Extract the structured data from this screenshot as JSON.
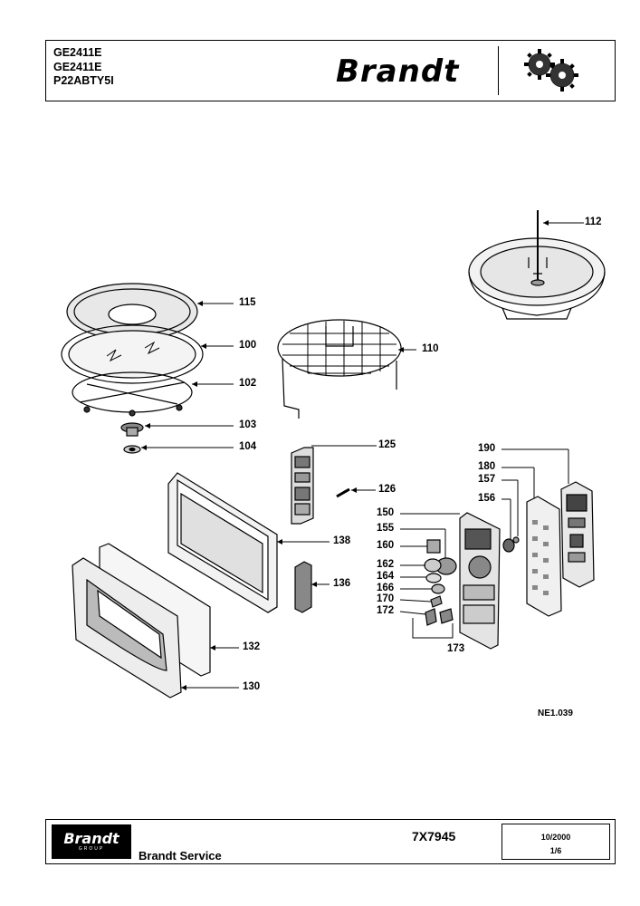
{
  "header": {
    "models": [
      "GE2411E",
      "GE2411E",
      "P22ABTY5I"
    ],
    "brand": "Brandt"
  },
  "labels": {
    "l112": "112",
    "l115": "115",
    "l100": "100",
    "l102": "102",
    "l110": "110",
    "l103": "103",
    "l104": "104",
    "l125": "125",
    "l126": "126",
    "l190": "190",
    "l180": "180",
    "l157": "157",
    "l156": "156",
    "l150": "150",
    "l155": "155",
    "l160": "160",
    "l162": "162",
    "l164": "164",
    "l166": "166",
    "l170": "170",
    "l172": "172",
    "l173": "173",
    "l138": "138",
    "l136": "136",
    "l132": "132",
    "l130": "130"
  },
  "reference": "NE1.039",
  "footer": {
    "logo_text": "Brandt",
    "logo_sub": "GROUP",
    "service": "Brandt Service",
    "doc_number": "7X7945",
    "date": "10/2000",
    "page": "1/6"
  }
}
